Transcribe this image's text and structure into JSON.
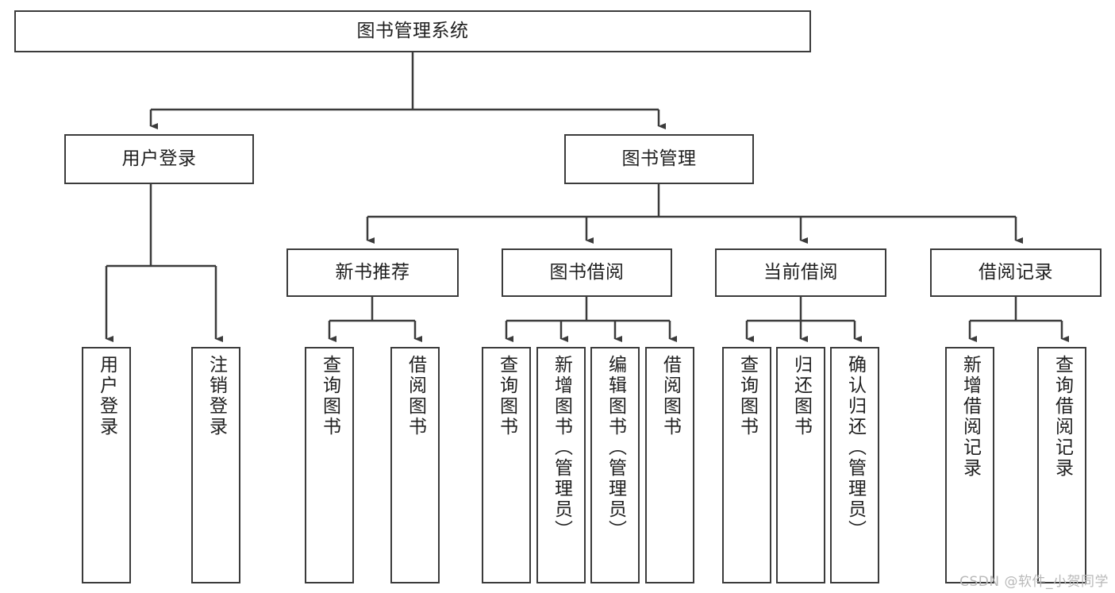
{
  "diagram": {
    "type": "tree",
    "title": "图书管理系统",
    "root": {
      "label": "图书管理系统"
    },
    "level1": [
      {
        "label": "用户登录"
      },
      {
        "label": "图书管理"
      }
    ],
    "level2": [
      {
        "label": "新书推荐"
      },
      {
        "label": "图书借阅"
      },
      {
        "label": "当前借阅"
      },
      {
        "label": "借阅记录"
      }
    ],
    "leaves": {
      "user_login": [
        {
          "label": "用户登录"
        },
        {
          "label": "注销登录"
        }
      ],
      "new_book_recommend": [
        {
          "label": "查询图书"
        },
        {
          "label": "借阅图书"
        }
      ],
      "book_borrow": [
        {
          "label": "查询图书"
        },
        {
          "label": "新增图书（管理员）"
        },
        {
          "label": "编辑图书（管理员）"
        },
        {
          "label": "借阅图书"
        }
      ],
      "current_borrow": [
        {
          "label": "查询图书"
        },
        {
          "label": "归还图书"
        },
        {
          "label": "确认归还（管理员）"
        }
      ],
      "borrow_record": [
        {
          "label": "新增借阅记录"
        },
        {
          "label": "查询借阅记录"
        }
      ]
    }
  },
  "watermark": {
    "text": "CSDN @软件_小贺同学"
  },
  "colors": {
    "border": "#3b3b3b",
    "text": "#1f1f1f",
    "background": "#ffffff",
    "watermark": "#b9b9b9"
  }
}
